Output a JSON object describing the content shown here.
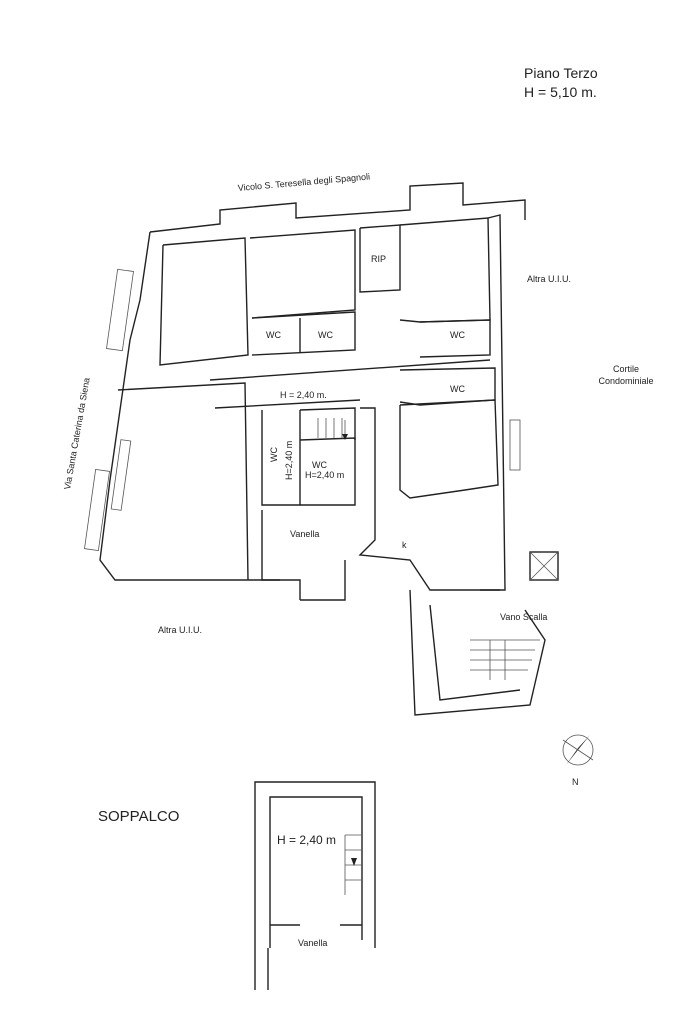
{
  "header": {
    "floor": "Piano Terzo",
    "height": "H = 5,10 m."
  },
  "streets": {
    "top": "Vicolo S. Teresella degli Spagnoli",
    "left": "Via Santa Caterina da Siena"
  },
  "rooms": {
    "rip": "RIP",
    "wc": "WC",
    "wc_h_label": "H=2,40 m",
    "corridor_height": "H = 2,40 m.",
    "vanella": "Vanella",
    "k": "k",
    "vano_scala": "Vano Scalla",
    "altra_uiu": "Altra U.I.U.",
    "cortile_1": "Cortile",
    "cortile_2": "Condominiale"
  },
  "compass": {
    "north": "N"
  },
  "mezzanine": {
    "title": "SOPPALCO",
    "height": "H = 2,40 m",
    "vanella": "Vanella"
  }
}
